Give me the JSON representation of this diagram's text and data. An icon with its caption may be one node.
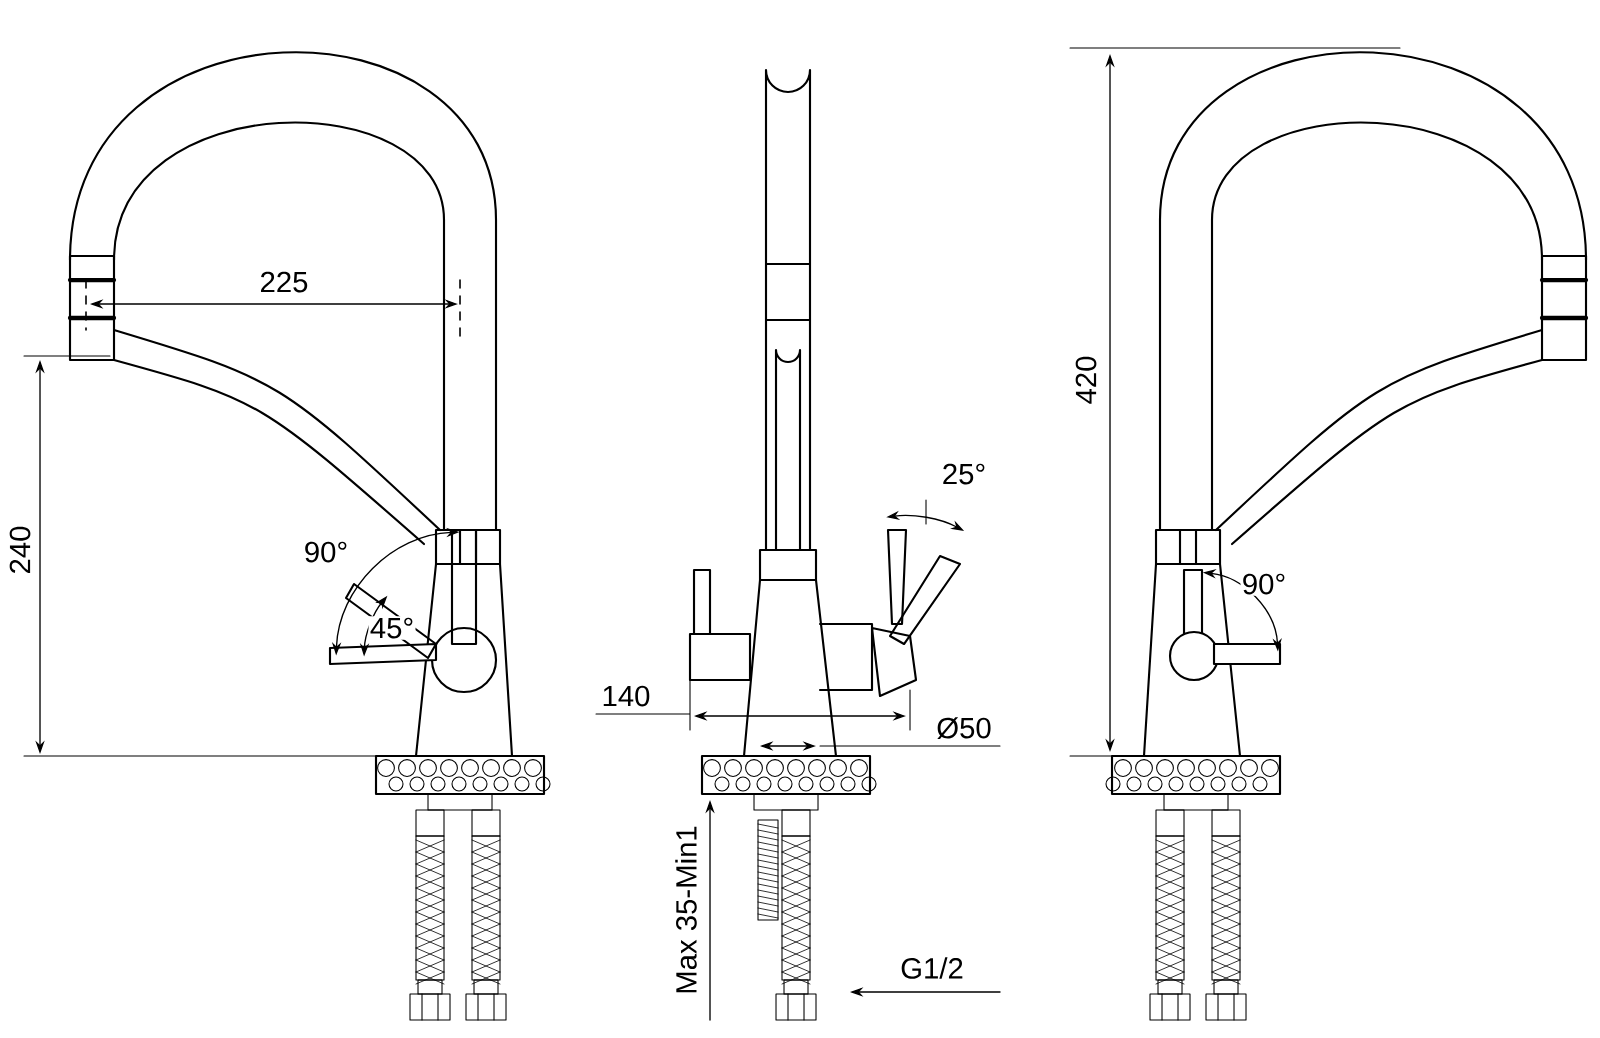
{
  "diagram": {
    "labels": [
      "225",
      "240",
      "90°",
      "45°",
      "140",
      "25°",
      "Ø50",
      "Max 35-Min1",
      "G1/2",
      "420",
      "90°"
    ]
  }
}
